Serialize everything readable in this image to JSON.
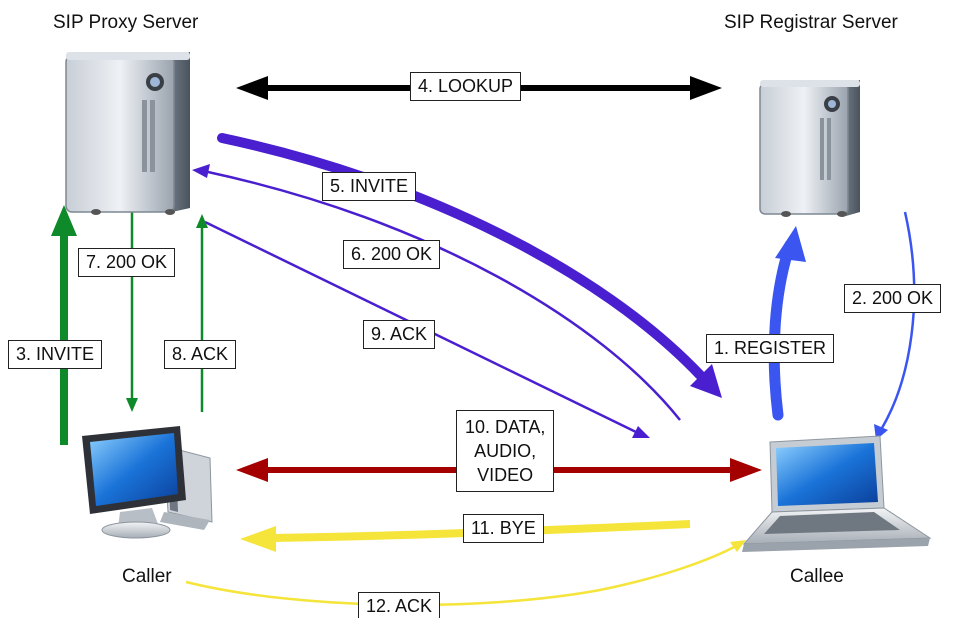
{
  "nodes": {
    "proxy_server": {
      "label": "SIP Proxy Server",
      "icon": "server-tower-icon"
    },
    "registrar_server": {
      "label": "SIP Registrar Server",
      "icon": "server-tower-icon"
    },
    "caller": {
      "label": "Caller",
      "icon": "desktop-computer-icon"
    },
    "callee": {
      "label": "Callee",
      "icon": "laptop-icon"
    }
  },
  "messages": {
    "m1": {
      "label": "1. REGISTER",
      "color": "#3a55f0"
    },
    "m2": {
      "label": "2. 200 OK",
      "color": "#3a55f0"
    },
    "m3": {
      "label": "3. INVITE",
      "color": "#0f8a2a"
    },
    "m4": {
      "label": "4. LOOKUP",
      "color": "#000000"
    },
    "m5": {
      "label": "5. INVITE",
      "color": "#4a1fd0"
    },
    "m6": {
      "label": "6. 200 OK",
      "color": "#4a1fd0"
    },
    "m7": {
      "label": "7. 200 OK",
      "color": "#0f8a2a"
    },
    "m8": {
      "label": "8. ACK",
      "color": "#0f8a2a"
    },
    "m9": {
      "label": "9. ACK",
      "color": "#4a1fd0"
    },
    "m10": {
      "label": "10. DATA,\nAUDIO,\nVIDEO",
      "color": "#a40000"
    },
    "m11": {
      "label": "11. BYE",
      "color": "#f5e43a"
    },
    "m12": {
      "label": "12. ACK",
      "color": "#f5e43a"
    }
  }
}
